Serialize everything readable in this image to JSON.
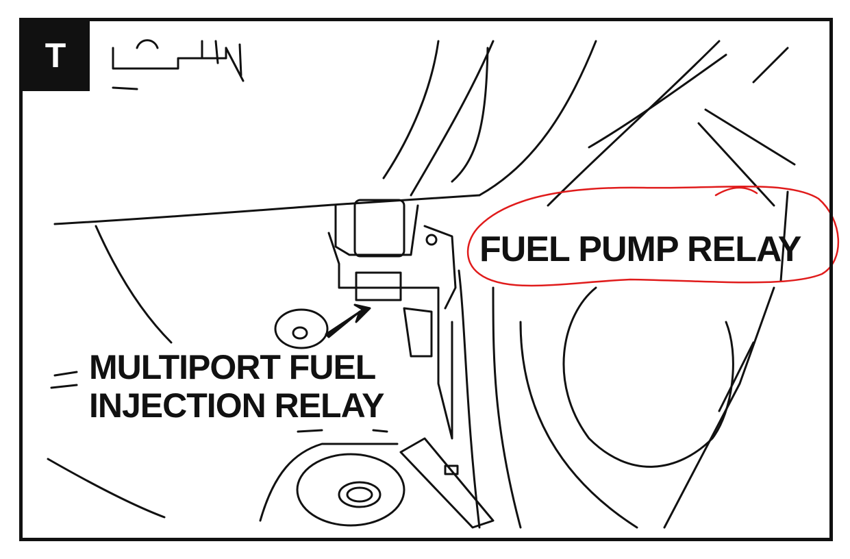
{
  "view_badge": "T",
  "labels": {
    "fuel_pump_relay": "FUEL PUMP RELAY",
    "mpfi_relay_line1": "MULTIPORT FUEL",
    "mpfi_relay_line2": "INJECTION RELAY"
  },
  "colors": {
    "line_art": "#111111",
    "highlight_circle": "#e01b1b",
    "background": "#ffffff"
  }
}
